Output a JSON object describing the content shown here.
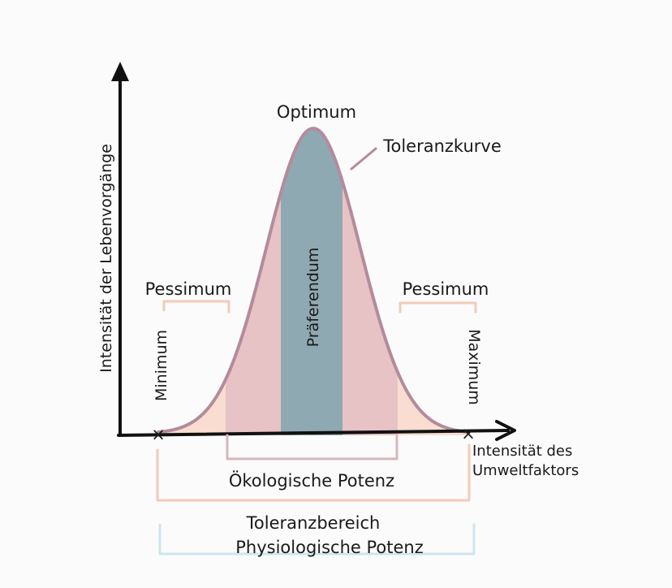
{
  "labels": {
    "y_axis": "Intensität der Lebenvorgänge",
    "x_axis_line1": "Intensität des",
    "x_axis_line2": "Umweltfaktors",
    "optimum": "Optimum",
    "curve": "Toleranzkurve",
    "pessimum_left": "Pessimum",
    "pessimum_right": "Pessimum",
    "minimum": "Minimum",
    "maximum": "Maximum",
    "preferendum": "Präferendum",
    "ecological": "Ökologische Potenz",
    "tolerance_line1": "Toleranzbereich",
    "tolerance_line2": "Physiologische Potenz"
  },
  "markers": {
    "minimum_symbol": "×",
    "maximum_symbol": "×"
  },
  "colors": {
    "preferendum_zone": "#8ea9b1",
    "ecological_zone": "#e7c3c6",
    "pessimum_zone": "#f8ddd0",
    "curve_line": "#b48b9b",
    "pessimum_bracket": "#f2cbb8",
    "ecological_bracket": "#d9b5bd",
    "tolerance_bracket": "#f2cbb8",
    "physiological_bracket": "#cde6ec",
    "axis": "#111111"
  }
}
